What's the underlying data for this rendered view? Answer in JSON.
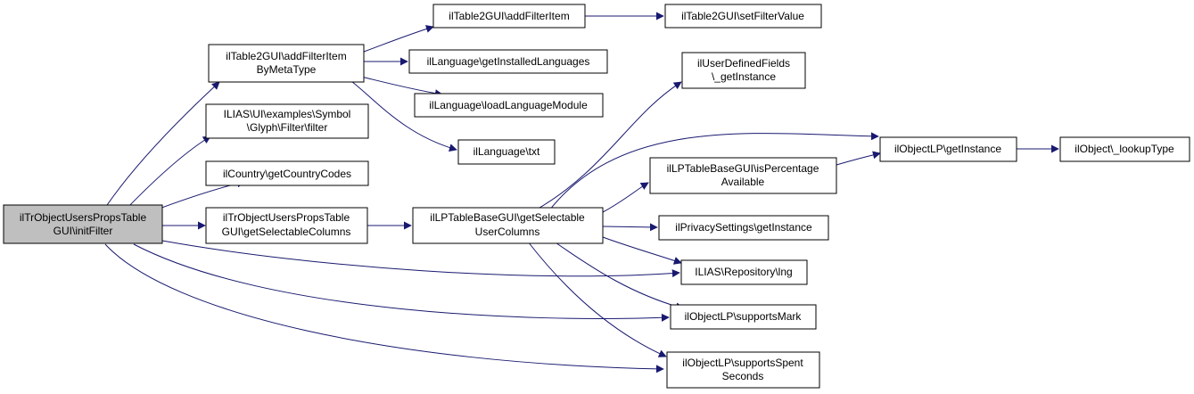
{
  "diagram": {
    "type": "call-graph",
    "colors": {
      "edge": "#191970",
      "node_border": "#000000",
      "root_fill": "#bfbfbf",
      "node_fill": "#ffffff"
    },
    "nodes": {
      "root": [
        "ilTrObjectUsersPropsTable",
        "GUI\\initFilter"
      ],
      "addFilterItemByMetaType": [
        "ilTable2GUI\\addFilterItem",
        "ByMetaType"
      ],
      "symbolFilter": [
        "ILIAS\\UI\\examples\\Symbol",
        "\\Glyph\\Filter\\filter"
      ],
      "countryCodes": [
        "ilCountry\\getCountryCodes"
      ],
      "trSelectableColumns": [
        "ilTrObjectUsersPropsTable",
        "GUI\\getSelectableColumns"
      ],
      "addFilterItem": [
        "ilTable2GUI\\addFilterItem"
      ],
      "setFilterValue": [
        "ilTable2GUI\\setFilterValue"
      ],
      "installedLanguages": [
        "ilLanguage\\getInstalledLanguages"
      ],
      "loadLanguageModule": [
        "ilLanguage\\loadLanguageModule"
      ],
      "txt": [
        "ilLanguage\\txt"
      ],
      "lpSelectableUserColumns": [
        "ilLPTableBaseGUI\\getSelectable",
        "UserColumns"
      ],
      "udfGetInstance": [
        "ilUserDefinedFields",
        "\\_getInstance"
      ],
      "objectLPGetInstance": [
        "ilObjectLP\\getInstance"
      ],
      "lookupType": [
        "ilObject\\_lookupType"
      ],
      "isPercentageAvailable": [
        "ilLPTableBaseGUI\\isPercentage",
        "Available"
      ],
      "privacyGetInstance": [
        "ilPrivacySettings\\getInstance"
      ],
      "repositoryLng": [
        "ILIAS\\Repository\\lng"
      ],
      "supportsMark": [
        "ilObjectLP\\supportsMark"
      ],
      "supportsSpentSeconds": [
        "ilObjectLP\\supportsSpent",
        "Seconds"
      ]
    }
  }
}
